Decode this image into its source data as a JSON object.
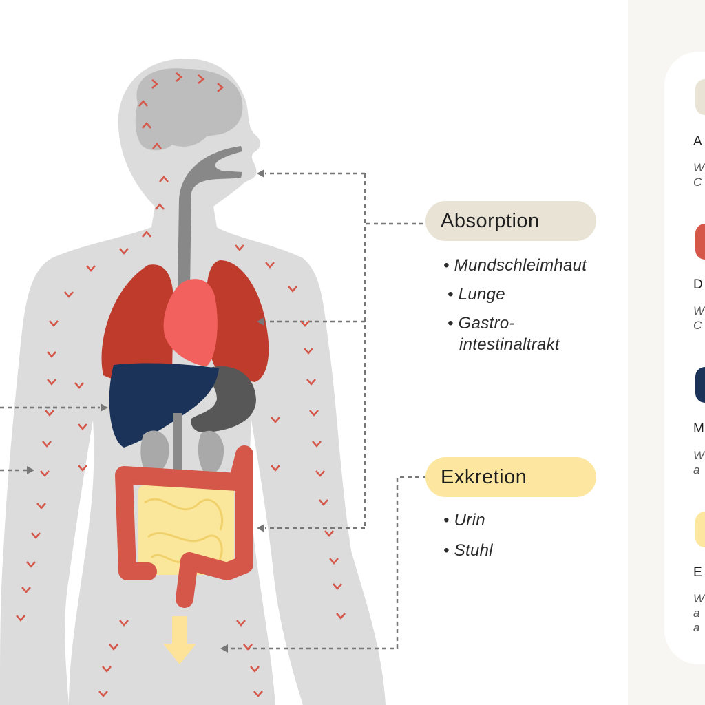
{
  "labels": {
    "absorption": {
      "title": "Absorption",
      "items": [
        "Mundschleimhaut",
        "Lunge",
        "Gastro-",
        "intestinaltrakt"
      ]
    },
    "exkretion": {
      "title": "Exkretion",
      "items": [
        "Urin",
        "Stuhl"
      ]
    }
  },
  "legend": [
    {
      "color": "#e8e3d5",
      "letter": "A",
      "lines": [
        "W",
        "C"
      ]
    },
    {
      "color": "#d4574a",
      "letter": "D",
      "lines": [
        "W",
        "C"
      ]
    },
    {
      "color": "#1b3358",
      "letter": "M",
      "lines": [
        "W",
        "a"
      ]
    },
    {
      "color": "#fde7a0",
      "letter": "E",
      "lines": [
        "W",
        "a",
        "a"
      ]
    }
  ],
  "colors": {
    "body": "#dcdcdc",
    "brain": "#bfbfbf",
    "lungs": "#bf3b2c",
    "heart": "#f2615e",
    "liver": "#1b3358",
    "stomach": "#575757",
    "kidney": "#a9a9a9",
    "colon": "#d4574a",
    "small_intestine": "#fbe79b",
    "chevron": "#d4574a",
    "absorption_pill": "#e8e3d5",
    "exkretion_pill": "#fde7a0"
  }
}
